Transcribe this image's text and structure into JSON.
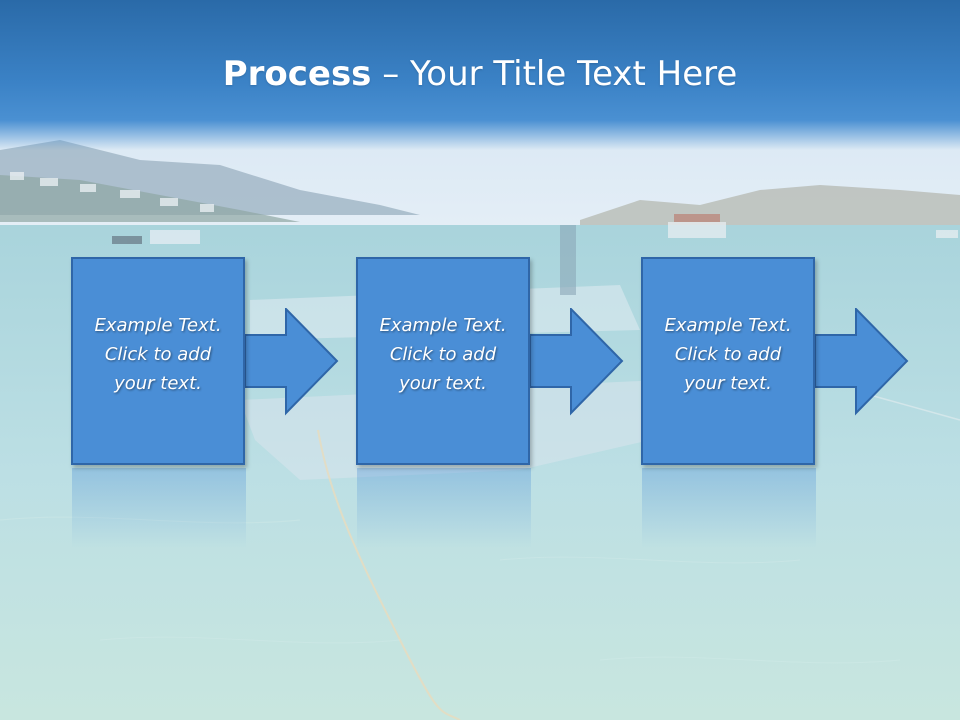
{
  "slide": {
    "title_bold": "Process",
    "title_rest": " – Your Title Text Here",
    "steps": [
      {
        "text": "Example Text.\nClick  to add\nyour text."
      },
      {
        "text": "Example Text.\nClick  to add\nyour text."
      },
      {
        "text": "Example Text.\nClick  to add\nyour text."
      }
    ]
  },
  "colors": {
    "box_fill": "#4a8ed6",
    "box_border": "#2f66a8",
    "title_band": "#3b82c6",
    "title_text": "#ffffff",
    "water": "#bfdde4"
  }
}
